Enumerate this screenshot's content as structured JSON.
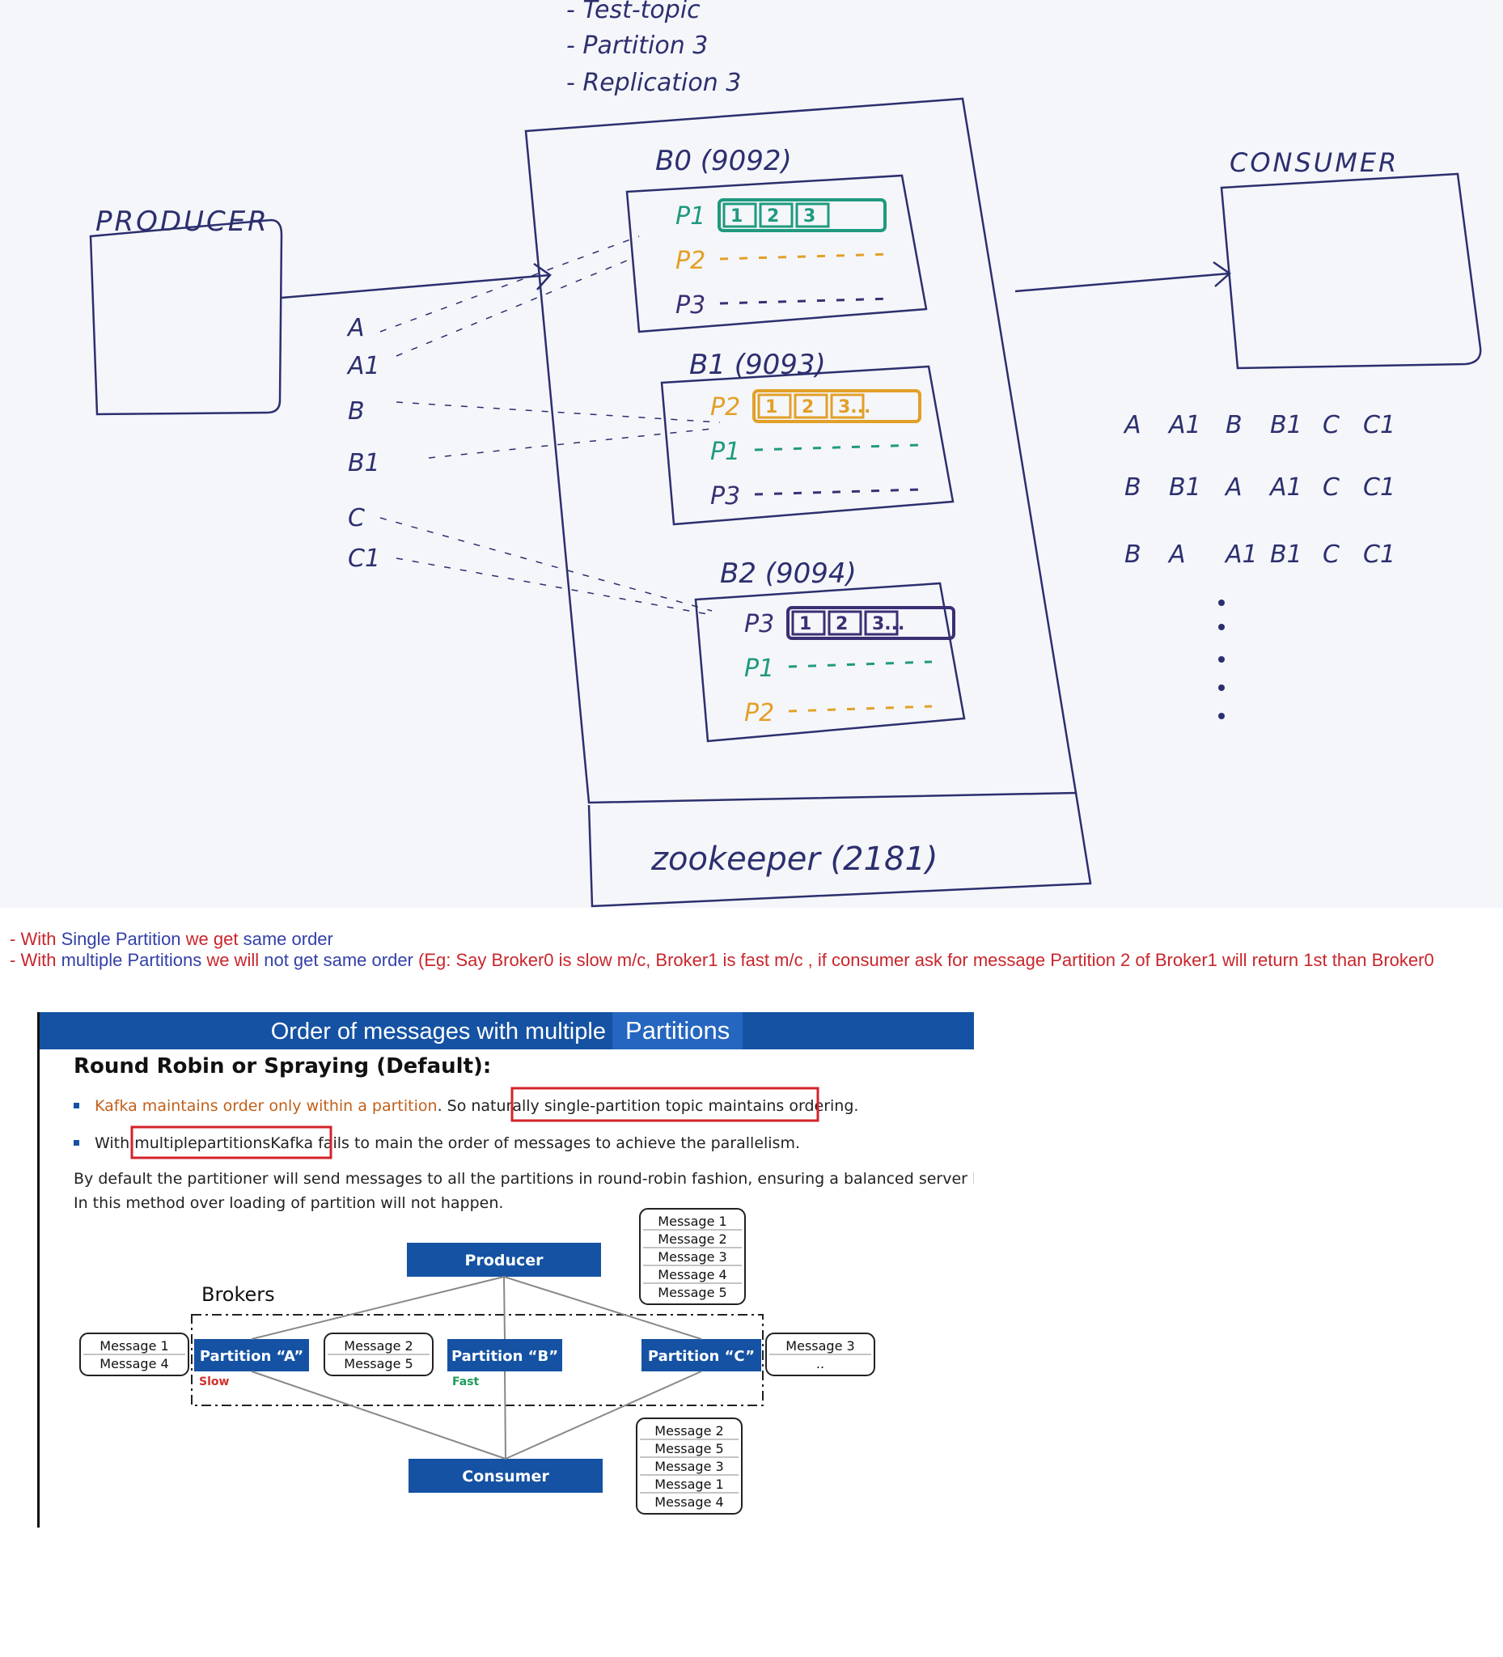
{
  "sketch": {
    "topic_lines": [
      "- Test-topic",
      "- Partition 3",
      "- Replication 3"
    ],
    "producer_label": "PRODUCER",
    "consumer_label": "CONSUMER",
    "zookeeper_label": "zookeeper (2181)",
    "messages": [
      "A",
      "A1",
      "B",
      "B1",
      "C",
      "C1"
    ],
    "brokers": [
      {
        "title": "B0 (9092)",
        "rows": [
          "P1",
          "P2",
          "P3"
        ],
        "leader_cells": [
          "1",
          "2",
          "3"
        ],
        "leader_color": "#1f9a7e"
      },
      {
        "title": "B1 (9093)",
        "rows": [
          "P2",
          "P1",
          "P3"
        ],
        "leader_cells": [
          "1",
          "2",
          "3..."
        ],
        "leader_color": "#e2a028"
      },
      {
        "title": "B2 (9094)",
        "rows": [
          "P3",
          "P1",
          "P2"
        ],
        "leader_cells": [
          "1",
          "2",
          "3..."
        ],
        "leader_color": "#3b2f74"
      }
    ],
    "row_colors": {
      "P1": "#1f9a7e",
      "P2": "#e2a028",
      "P3": "#3b2f74"
    },
    "consumer_orders": [
      [
        "A",
        "A1",
        "B",
        "B1",
        "C",
        "C1"
      ],
      [
        "B",
        "B1",
        "A",
        "A1",
        "C",
        "C1"
      ],
      [
        "B",
        "A",
        "A1",
        "B1",
        "C",
        "C1"
      ]
    ]
  },
  "notes": {
    "line1": [
      {
        "text": "- With ",
        "color": "red"
      },
      {
        "text": "Single Partition",
        "color": "blue"
      },
      {
        "text": " we get ",
        "color": "red"
      },
      {
        "text": "same order",
        "color": "blue"
      }
    ],
    "line2": [
      {
        "text": "- With ",
        "color": "red"
      },
      {
        "text": "multiple Partitions",
        "color": "blue"
      },
      {
        "text": " we will ",
        "color": "red"
      },
      {
        "text": "not get same order",
        "color": "blue"
      },
      {
        "text": " (Eg: Say Broker0 is slow m/c, Broker1 is fast m/c , if consumer ask for message Partition 2 of Broker1 will return 1st than Broker0",
        "color": "red"
      }
    ]
  },
  "slide": {
    "title_main": "Order of messages with multiple ",
    "title_highlight": "Partitions",
    "heading": "Round Robin or Spraying (Default):",
    "bullet1_orange": "Kafka maintains order only within a partition",
    "bullet1_plain": ". So naturally ",
    "bullet1_boxed": "single-partition topic maintains ordering.",
    "bullet2_prefix": "With ",
    "bullet2_boxed": "multiplepartitionsKafka fails",
    "bullet2_suffix": " to main the order of messages to achieve the parallelism.",
    "para_line1": "By default the partitioner will send messages to all the partitions in round-robin fashion, ensuring a balanced server load.",
    "para_line2": "In this method over loading of partition will not happen.",
    "producer": "Producer",
    "consumer": "Consumer",
    "brokers_label": "Brokers",
    "producer_messages": [
      "Message 1",
      "Message 2",
      "Message 3",
      "Message 4",
      "Message 5"
    ],
    "consumer_messages": [
      "Message 2",
      "Message 5",
      "Message 3",
      "Message 1",
      "Message 4"
    ],
    "partitions": [
      {
        "label": "Partition “A”",
        "speed": "Slow",
        "speed_color": "#d0302c",
        "messages": [
          "Message 1",
          "Message 4"
        ]
      },
      {
        "label": "Partition “B”",
        "speed": "Fast",
        "speed_color": "#1e9b5a",
        "messages": [
          "Message 2",
          "Message 5"
        ]
      },
      {
        "label": "Partition “C”",
        "speed": "",
        "speed_color": "",
        "messages": [
          "Message 3",
          ".."
        ]
      }
    ]
  }
}
